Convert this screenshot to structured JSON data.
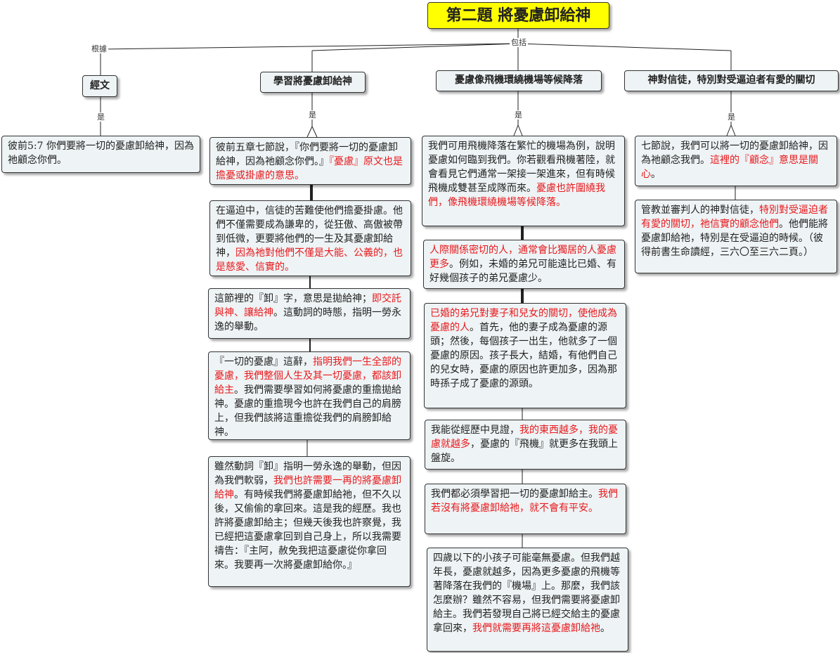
{
  "root": {
    "title": "第二題  將憂慮卸給神"
  },
  "relations": {
    "basis": "根據",
    "includes": "包括",
    "is": "是"
  },
  "heads": [
    {
      "label": "經文"
    },
    {
      "label": "學習將憂慮卸給神"
    },
    {
      "label": "憂慮像飛機環繞機場等候降落"
    },
    {
      "label": "神對信徒，特別對受逼迫者有愛的關切"
    }
  ],
  "col1": {
    "n1": {
      "t1": "彼前5:7  你們要將一切的憂慮卸給神，因為祂顧念你們。"
    }
  },
  "col2": {
    "n1": {
      "t1": "彼前五章七節說，『你們要將一切的憂慮卸給神，因為祂顧念你們。』",
      "r1": "『憂慮』原文也是擔憂或掛慮的意思。"
    },
    "n2": {
      "t1": "在逼迫中，信徒的苦難使他們擔憂掛慮。他們不僅需要成為謙卑的，從狂傲、高傲被帶到低微，更要將他們的一生及其憂慮卸給神，",
      "r1": "因為祂對他們不僅是大能、公義的，也是慈愛、信實的。"
    },
    "n3": {
      "t1": "這節裡的『卸』字，意思是拋給神；",
      "r1": "即交託與神、讓給神",
      "t2": "。這動詞的時態，指明一勞永逸的舉動。"
    },
    "n4": {
      "t1": "『一切的憂慮』這辭，",
      "r1": "指明我們一生全部的憂慮，我們整個人生及其一切憂慮，都該卸給主",
      "t2": "。我們需要學習如何將憂慮的重擔拋給神。憂慮的重擔現今也許在我們自己的肩膀上，但我們該將這重擔從我們的肩膀卸給神。"
    },
    "n5": {
      "t1": "雖然動詞『卸』指明一勞永逸的舉動，但因為我們軟弱，",
      "r1": "我們也許需要一再的將憂慮卸給神",
      "t2": "。有時候我們將憂慮卸給祂，但不久以後，又偷偷的拿回來。這是我的經歷。我也許將憂慮卸給主；但幾天後我也許察覺，我已經把這憂慮拿回到自己身上，所以我需要禱告：『主阿，赦免我把這憂慮從你拿回來。我要再一次將憂慮卸給你。』"
    }
  },
  "col3": {
    "n1": {
      "t1": "我們可用飛機降落在繁忙的機場為例，說明憂慮如何臨到我們。你若觀看飛機著陸，就會看見它們通常一架接一架進來，但有時候飛機成雙甚至成隊而來。",
      "r1": "憂慮也許圍繞我們，像飛機環繞機場等候降落。"
    },
    "n2": {
      "r1": "人際關係密切的人，通常會比獨居的人憂慮更多",
      "t1": "。例如，未婚的弟兄可能遠比已婚、有好幾個孩子的弟兄憂慮少。"
    },
    "n3": {
      "r1": "已婚的弟兄對妻子和兒女的關切，使他成為憂慮的人",
      "t1": "。首先，他的妻子成為憂慮的源頭；然後，每個孩子一出生，他就多了一個憂慮的原因。孩子長大，結婚，有他們自己的兒女時，憂慮的原因也許更加多，因為那時孫子成了憂慮的源頭。"
    },
    "n4": {
      "t1": "我能從經歷中見證，",
      "r1": "我的東西越多，我的憂慮就越多",
      "t2": "，憂慮的『飛機』就更多在我頭上盤旋。"
    },
    "n5": {
      "t1": "我們都必須學習把一切的憂慮卸給主。",
      "r1": "我們若沒有將憂慮卸給祂，就不會有平安。"
    },
    "n6": {
      "t1": "四歲以下的小孩子可能毫無憂慮。但我們越年長，憂慮就越多，因為更多憂慮的飛機等著降落在我們的『機場』上。那麼，我們該怎麼辦？雖然不容易，但我們需要將憂慮卸給主。我們若發現自己將已經交給主的憂慮拿回來，",
      "r1": "我們就需要再將這憂慮卸給祂",
      "t2": "。"
    }
  },
  "col4": {
    "n1": {
      "t1": "七節說，我們可以將一切的憂慮卸給神，因為祂顧念我們。",
      "r1": "這裡的『顧念』意思是關心",
      "t2": "。"
    },
    "n2": {
      "t1": "管教並審判人的神對信徒，",
      "r1": "特別對受逼迫者有愛的關切，祂信實的顧念他們",
      "t2": "。他們能將憂慮卸給祂，特別是在受逼迫的時候。（彼得前書生命讀經，三六〇至三六二頁。）"
    }
  }
}
